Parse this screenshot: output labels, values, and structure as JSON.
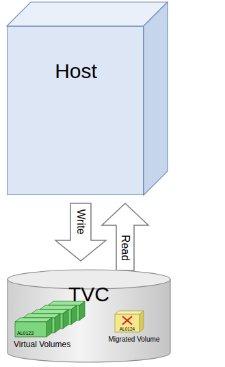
{
  "diagram": {
    "nodes": [
      {
        "text": [
          "Host"
        ]
      },
      {
        "text": [
          "TVC"
        ]
      },
      {
        "text": [
          "AL0123",
          "Virtual Volumes"
        ],
        "in": 1
      },
      {
        "text": [
          "AL0124",
          "Migrated Volume"
        ],
        "in": 1
      }
    ],
    "edges": [
      {
        "from": 0,
        "to": 1,
        "arrow": "to",
        "label": "Write"
      },
      {
        "from": 1,
        "to": 0,
        "arrow": "to",
        "label": "Read"
      }
    ]
  }
}
